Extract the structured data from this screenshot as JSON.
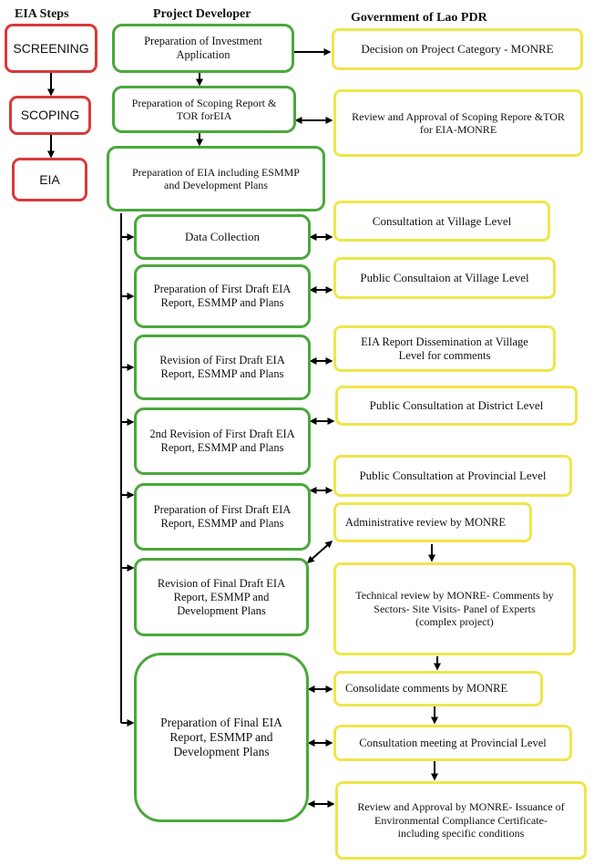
{
  "headers": {
    "eia_steps": "EIA Steps",
    "developer": "Project Developer",
    "government": "Government of Lao PDR"
  },
  "steps": [
    "SCREENING",
    "SCOPING",
    "EIA"
  ],
  "developer": {
    "investment": [
      "Preparation of Investment",
      "Application"
    ],
    "scoping": [
      "Preparation of Scoping Report &",
      "TOR forEIA"
    ],
    "eia_prep": [
      "Preparation of EIA including ESMMP",
      "and Development Plans"
    ],
    "data_collection": [
      "Data Collection"
    ],
    "first_draft": [
      "Preparation of First Draft EIA",
      "Report, ESMMP and Plans"
    ],
    "revision_first": [
      "Revision of First Draft EIA",
      "Report, ESMMP and Plans"
    ],
    "revision_second": [
      "2nd Revision of First Draft EIA",
      "Report, ESMMP and Plans"
    ],
    "first_draft_2": [
      "Preparation of First Draft EIA",
      "Report, ESMMP and Plans"
    ],
    "revision_final": [
      "Revision of Final Draft EIA",
      "Report, ESMMP and",
      "Development Plans"
    ],
    "final_eia": [
      "Preparation of Final EIA",
      "Report, ESMMP and",
      "Development Plans"
    ]
  },
  "government": {
    "category": [
      "Decision on Project Category - MONRE"
    ],
    "scoping_review": [
      "Review and Approval of Scoping Repore &TOR",
      "for EIA-MONRE"
    ],
    "village_consult": [
      "Consultation at Village Level"
    ],
    "public_village": [
      "Public Consultaion at Village Level"
    ],
    "dissemination": [
      "EIA Report Dissemination at Village",
      "Level for comments"
    ],
    "district": [
      "Public Consultation at District Level"
    ],
    "provincial": [
      "Public Consultation at Provincial Level"
    ],
    "admin_review": [
      "Administrative review by MONRE"
    ],
    "technical_review": [
      "Technical review by MONRE- Comments by",
      "Sectors- Site Visits- Panel of Experts",
      "(complex project)"
    ],
    "consolidate": [
      "Consolidate comments by MONRE"
    ],
    "provincial_meeting": [
      "Consultation meeting at Provincial Level"
    ],
    "approval": [
      "Review and Approval by MONRE- Issuance of",
      "Environmental Compliance Certificate-",
      "including specific conditions"
    ]
  },
  "colors": {
    "steps_border": "#d9393b",
    "developer_border": "#4aa83b",
    "government_border": "#efe64c",
    "arrow": "#000000"
  }
}
